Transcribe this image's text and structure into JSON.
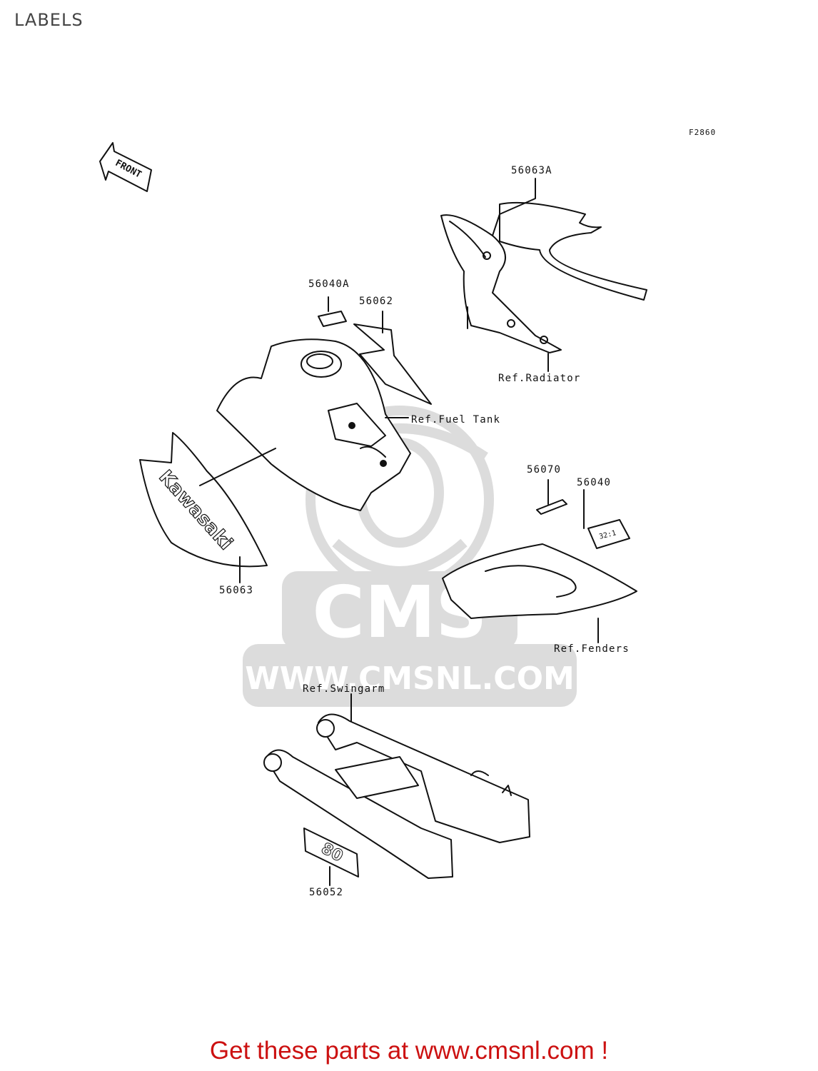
{
  "title": "LABELS",
  "figure_code": "F2860",
  "front_arrow": "FRONT",
  "watermark": {
    "logo_text": "CMS",
    "url_text": "WWW.CMSNL.COM"
  },
  "labels": {
    "p56063A": "56063A",
    "p56040A": "56040A",
    "p56062": "56062",
    "ref_radiator": "Ref.Radiator",
    "ref_fuel_tank": "Ref.Fuel Tank",
    "p56070": "56070",
    "p56040": "56040",
    "p56063": "56063",
    "ref_fenders": "Ref.Fenders",
    "ref_swingarm": "Ref.Swingarm",
    "p56052": "56052"
  },
  "decal_texts": {
    "kawasaki": "Kawasaki",
    "ratio": "32:1",
    "number": "80"
  },
  "footer": "Get these parts at www.cmsnl.com !",
  "colors": {
    "footer": "#cc1111",
    "watermark": "#d8d8d8",
    "lines": "#111111"
  }
}
